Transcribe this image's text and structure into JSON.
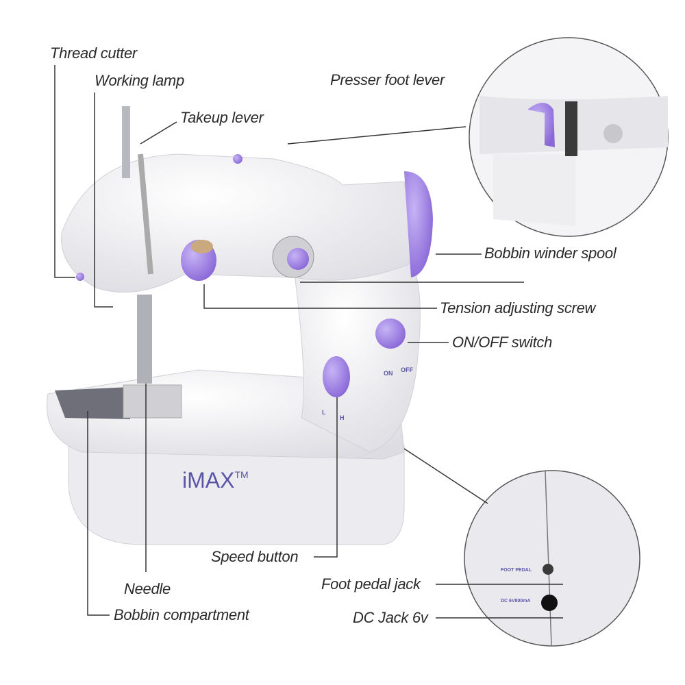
{
  "brand": {
    "name": "iMAX",
    "trademark": "TM"
  },
  "labels": {
    "thread_cutter": "Thread cutter",
    "working_lamp": "Working lamp",
    "takeup_lever": "Takeup lever",
    "presser_foot_lever": "Presser foot lever",
    "bobbin_winder_spool": "Bobbin winder spool",
    "tension_adjusting_screw": "Tension adjusting screw",
    "on_off_switch": "ON/OFF switch",
    "speed_button": "Speed button",
    "needle": "Needle",
    "bobbin_compartment": "Bobbin compartment",
    "foot_pedal_jack": "Foot pedal jack",
    "dc_jack": "DC Jack 6v"
  },
  "machine_markings": {
    "switch_on": "ON",
    "switch_off": "OFF",
    "speed_low": "L",
    "speed_high": "H",
    "foot_pedal": "FOOT PEDAL",
    "dc_rating": "DC 6V800mA"
  },
  "colors": {
    "accent": "#9b7fe0",
    "body": "#f3f3f5",
    "text": "#2a2a2a"
  }
}
